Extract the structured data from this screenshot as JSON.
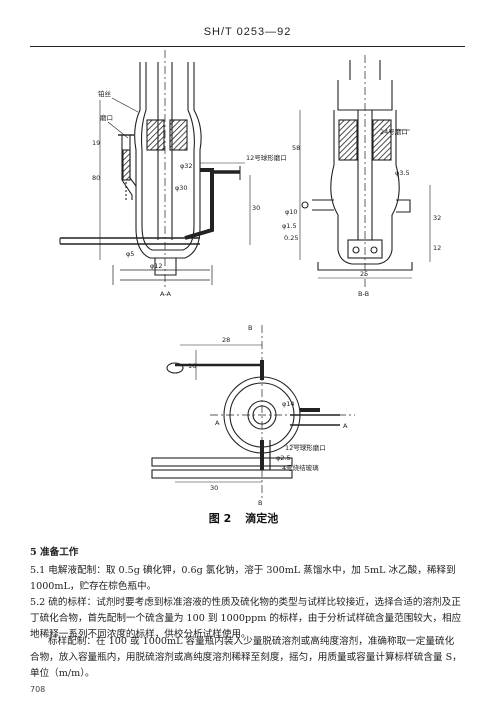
{
  "header": {
    "standard_code": "SH/T 0253—92"
  },
  "figure": {
    "caption_number": "图 2",
    "caption_title": "滴定池",
    "view_labels": {
      "left_section": "A-A",
      "right_section": "B-B",
      "plan_a_left": "A",
      "plan_a_right": "A",
      "plan_b_top": "B",
      "plan_b_bottom": "B"
    },
    "callouts": {
      "left_fill_port": "磨口",
      "left_electrode": "铂丝",
      "left_jacket_port": "12号球形磨口",
      "right_ground_port": "24号磨口",
      "plan_ball_joint": "12号球形磨口",
      "plan_sintered": "4号烧结玻璃"
    },
    "dimensions": {
      "left_d1": "φ32",
      "left_d2": "φ30",
      "left_d3": "φ5",
      "left_bottom": "φ12",
      "left_h1": "80",
      "left_h2": "30",
      "left_h3": "19",
      "right_d1": "φ3.5",
      "right_d2": "φ10",
      "right_d3": "φ1.5",
      "right_bottom": "25",
      "right_h1": "58",
      "right_h2": "32",
      "right_h3": "12",
      "right_slope": "0.25",
      "plan_r": "φ14",
      "plan_w1": "28",
      "plan_w2": "30",
      "plan_h": "16",
      "plan_small": "φ2.5"
    }
  },
  "section": {
    "title": "5  准备工作",
    "p1": "5.1  电解液配制：取 0.5g 碘化钾，0.6g 氯化钠，溶于 300mL 蒸馏水中，加 5mL 冰乙酸，稀释到 1000mL，贮存在棕色瓶中。",
    "p2": "5.2  硫的标样：试剂时要考虑到标准溶液的性质及硫化物的类型与试样比较接近，选择合适的溶剂及正丁硫化合物，首先配制一个硫含量为 100 到 1000ppm 的标样，由于分析试样硫含量范围较大，相应地稀释一系列不同浓度的标样，供校分析试样使用。",
    "p3": "标样配制：在 100 或 1000mL 容量瓶内装入少量脱硫溶剂或高纯度溶剂，准确称取一定量硫化合物，放入容量瓶内，用脱硫溶剂或高纯度溶剂稀释至刻度，摇匀，用质量或容量计算标样硫含量 S，单位（m/m）。"
  },
  "footer": {
    "page": "708"
  }
}
